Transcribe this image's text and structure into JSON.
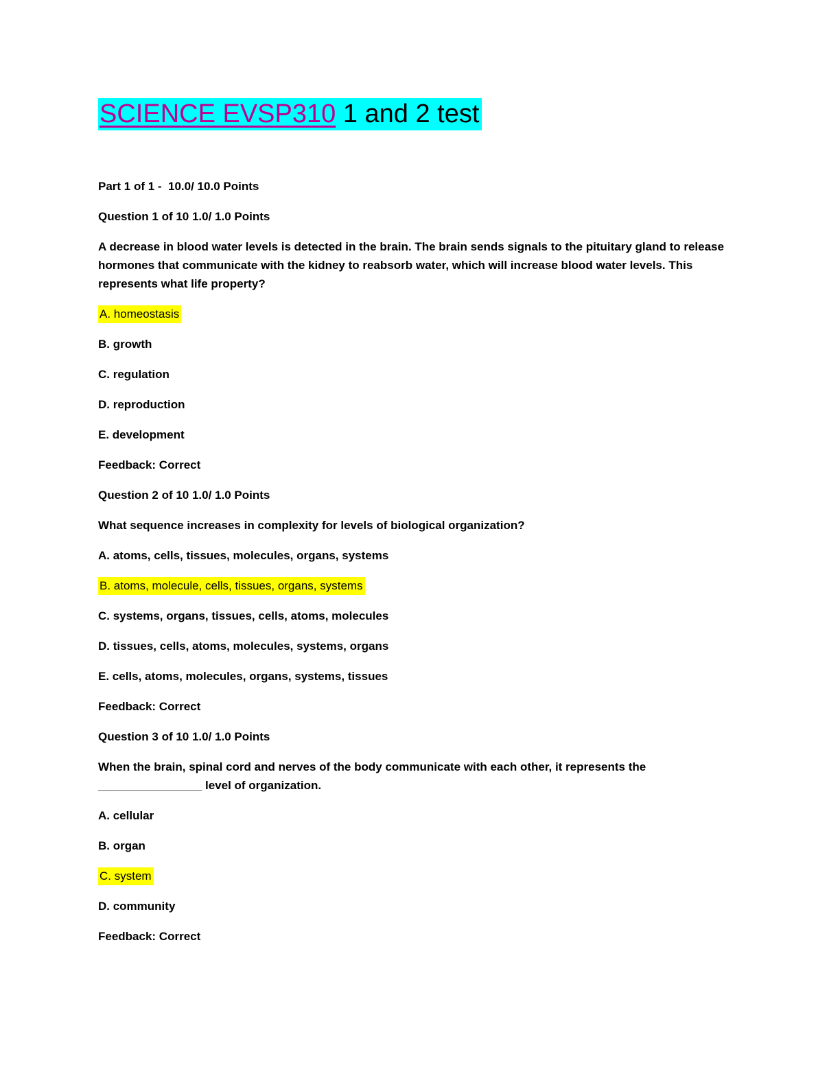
{
  "document": {
    "title": {
      "link": "SCIENCE EVSP310",
      "rest": " 1 and 2 test"
    },
    "part_header": "Part 1 of 1 -  10.0/ 10.0 Points",
    "questions": [
      {
        "header": "Question 1 of 10 1.0/ 1.0 Points",
        "text": "A decrease in blood water levels is detected in the brain. The brain sends signals to the pituitary gland to release hormones that communicate with the kidney to reabsorb water, which will increase blood water levels. This represents what life property?",
        "options": [
          {
            "label": "A. homeostasis",
            "highlighted": true
          },
          {
            "label": "B. growth",
            "highlighted": false
          },
          {
            "label": "C. regulation",
            "highlighted": false
          },
          {
            "label": "D. reproduction",
            "highlighted": false
          },
          {
            "label": "E. development",
            "highlighted": false
          }
        ],
        "feedback": "Feedback: Correct"
      },
      {
        "header": "Question 2 of 10 1.0/ 1.0 Points",
        "text": "What sequence increases in complexity for levels of biological organization?",
        "options": [
          {
            "label": "A. atoms, cells, tissues, molecules, organs, systems",
            "highlighted": false
          },
          {
            "label": "B. atoms, molecule, cells, tissues, organs, systems",
            "highlighted": true
          },
          {
            "label": "C. systems, organs, tissues, cells, atoms, molecules",
            "highlighted": false
          },
          {
            "label": "D. tissues, cells, atoms, molecules, systems, organs",
            "highlighted": false
          },
          {
            "label": "E. cells, atoms, molecules, organs, systems, tissues",
            "highlighted": false
          }
        ],
        "feedback": "Feedback: Correct"
      },
      {
        "header": "Question 3 of 10 1.0/ 1.0 Points",
        "text": "When the brain, spinal cord and nerves of the body communicate with each other, it represents the ________________ level of organization.",
        "options": [
          {
            "label": "A. cellular",
            "highlighted": false
          },
          {
            "label": "B. organ",
            "highlighted": false
          },
          {
            "label": "C. system",
            "highlighted": true
          },
          {
            "label": "D. community",
            "highlighted": false
          }
        ],
        "feedback": "Feedback: Correct"
      }
    ],
    "colors": {
      "title_link": "#C00090",
      "title_highlight": "#00FFFF",
      "answer_highlight": "#FFFF00"
    }
  }
}
